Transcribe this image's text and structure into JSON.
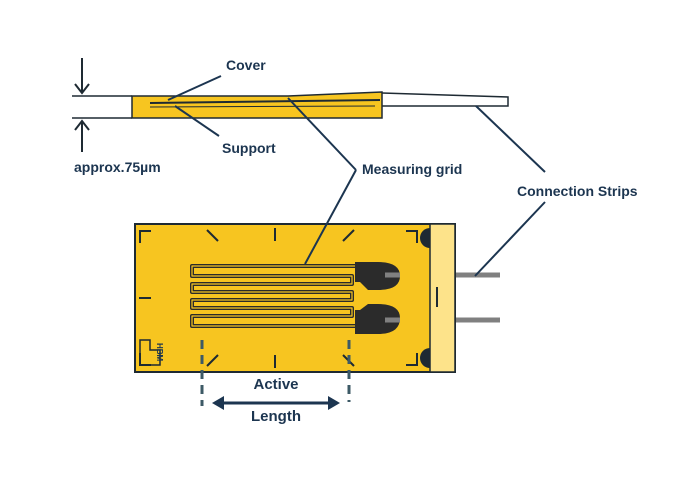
{
  "labels": {
    "cover": "Cover",
    "support": "Support",
    "thickness": "approx.75µm",
    "measuring_grid": "Measuring grid",
    "connection_strips": "Connection Strips",
    "active": "Active",
    "length": "Length"
  },
  "logo": {
    "text": "HBM"
  },
  "colors": {
    "gauge_fill": "#f7c520",
    "gauge_stroke": "#1e2a33",
    "strip_fill": "#fde38a",
    "grid_lines": "#2b2b2b",
    "leader": "#1c3550",
    "label_text": "#1c3550",
    "lead_wire": "#808080",
    "dashed_line": "#3d5a66"
  }
}
